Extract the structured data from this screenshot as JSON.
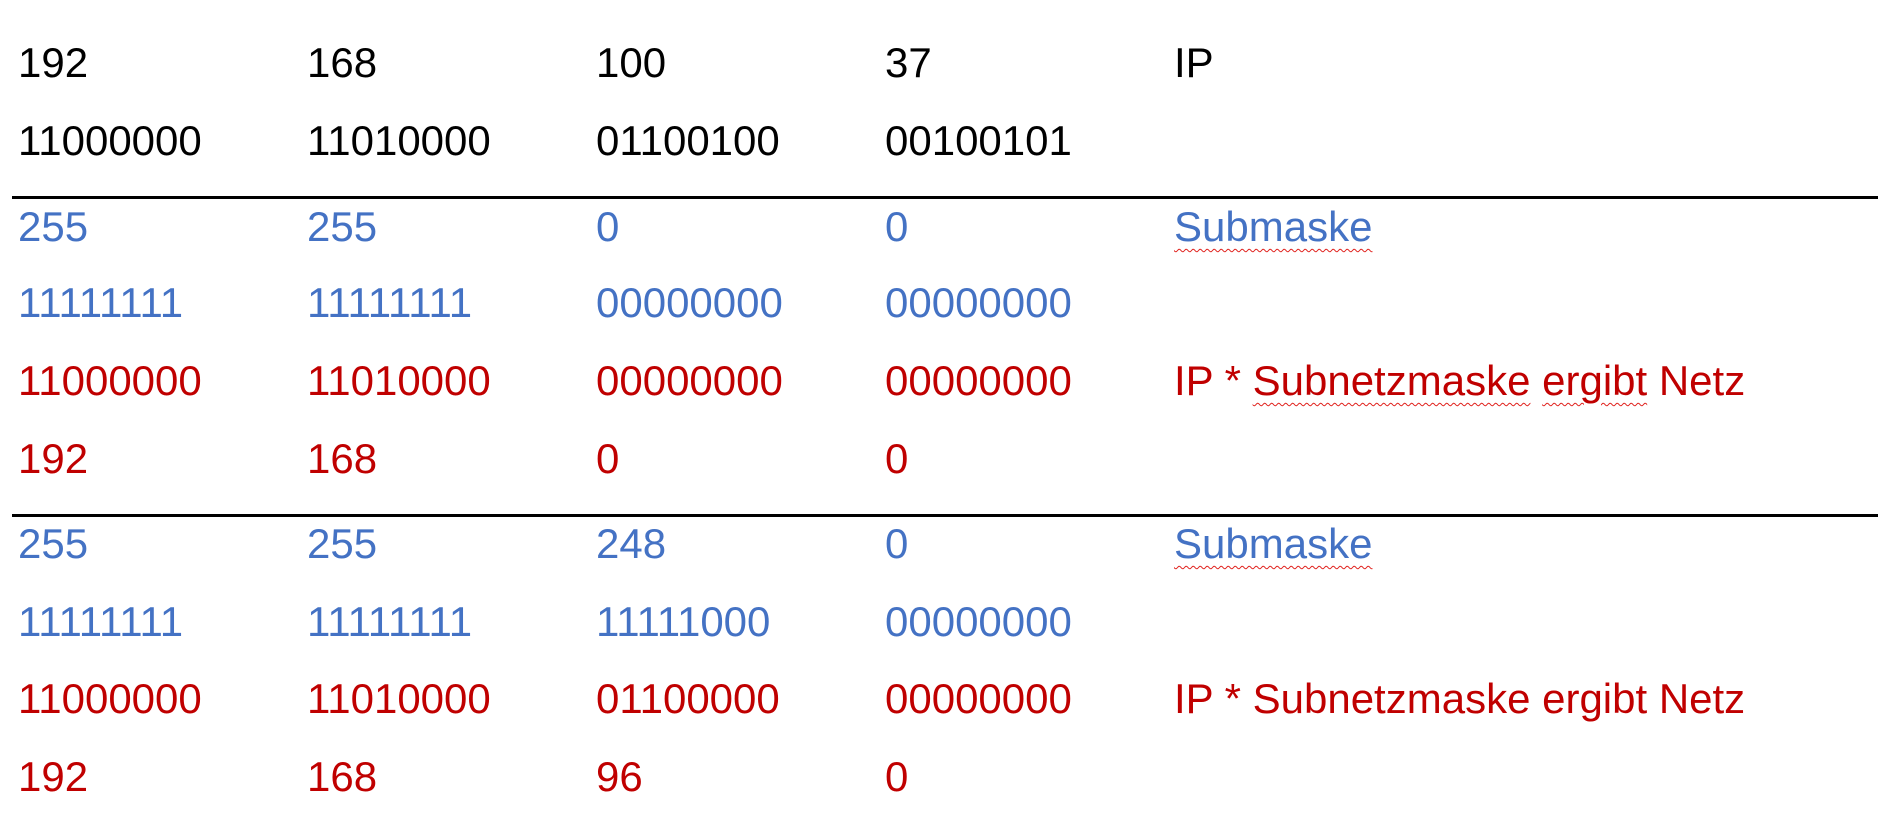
{
  "ip_block": {
    "decimal": [
      "192",
      "168",
      "100",
      "37"
    ],
    "decimal_label": "IP",
    "binary": [
      "11000000",
      "11010000",
      "01100100",
      "00100101"
    ]
  },
  "block1": {
    "mask_decimal": [
      "255",
      "255",
      "0",
      "0"
    ],
    "mask_label": "Submaske",
    "mask_binary": [
      "11111111",
      "11111111",
      "00000000",
      "00000000"
    ],
    "net_binary": [
      "11000000",
      "11010000",
      "00000000",
      "00000000"
    ],
    "net_label_prefix": "IP * ",
    "net_label_word": "Subnetzmaske",
    "net_label_mid": " ",
    "net_label_word2": "ergibt",
    "net_label_suffix": " Netz",
    "net_decimal": [
      "192",
      "168",
      "0",
      "0"
    ]
  },
  "block2": {
    "mask_decimal": [
      "255",
      "255",
      "248",
      "0"
    ],
    "mask_label": "Submaske",
    "mask_binary": [
      "11111111",
      "11111111",
      "11111000",
      "00000000"
    ],
    "net_binary": [
      "11000000",
      "11010000",
      "01100000",
      "00000000"
    ],
    "net_label": "IP * Subnetzmaske ergibt Netz",
    "net_decimal": [
      "192",
      "168",
      "96",
      "0"
    ]
  },
  "colors": {
    "ip_text": "#000000",
    "mask_text": "#4472c4",
    "result_text": "#c00000",
    "spellcheck_underline": "#e0201b",
    "divider": "#000000"
  }
}
